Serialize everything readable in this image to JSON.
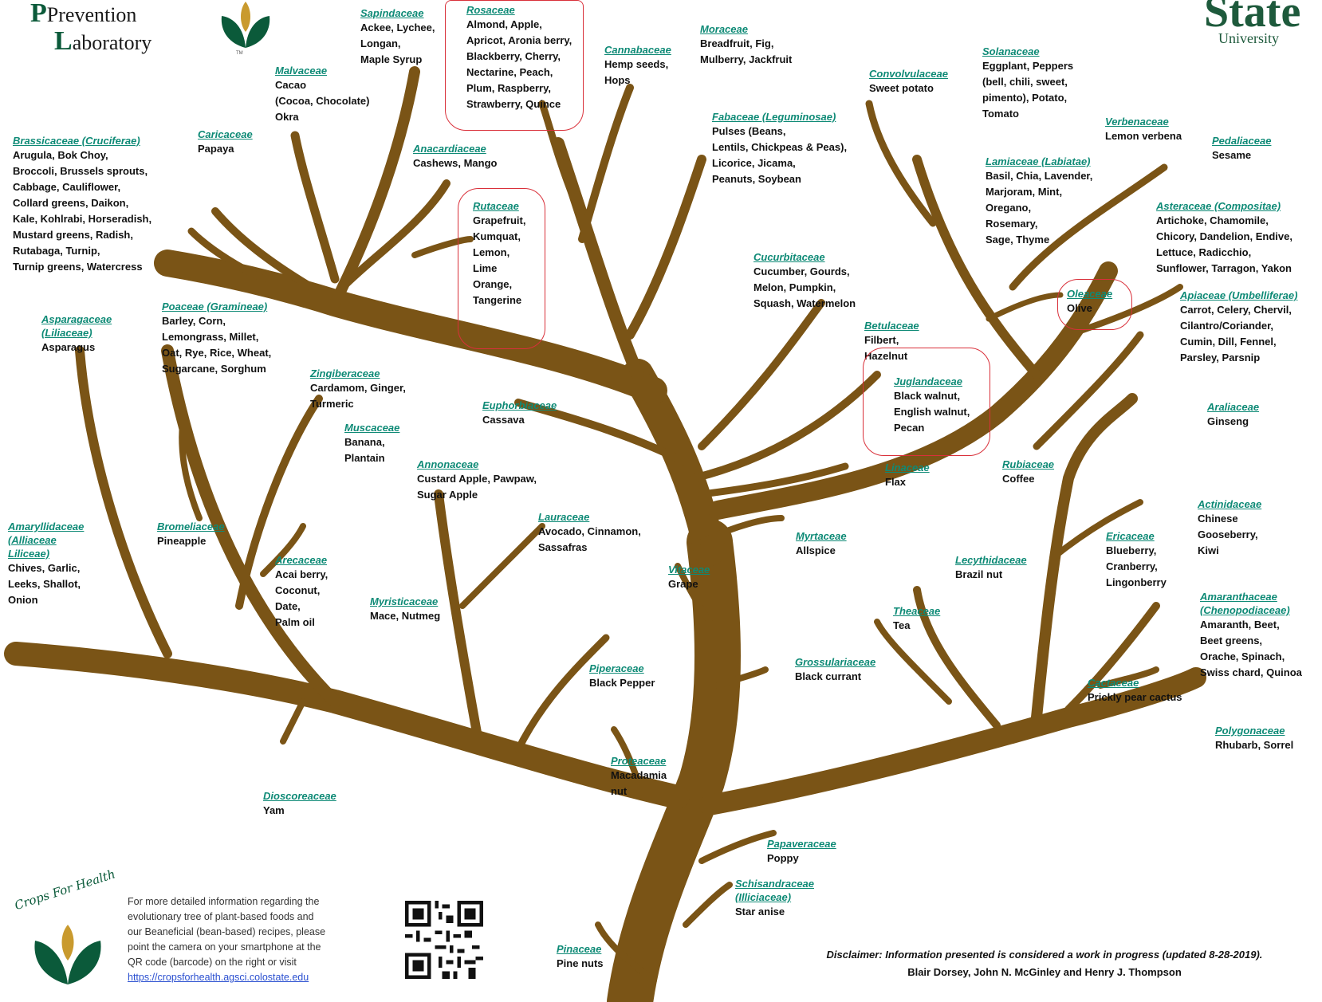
{
  "header": {
    "lab_line1": "Prevention",
    "lab_line2": "aboratory",
    "lab_initial1": "P",
    "lab_initial2": "L",
    "state_word": "State",
    "university_word": "University",
    "logo_tm": "TM"
  },
  "families": [
    {
      "id": "sapindaceae",
      "name": "Sapindaceae",
      "foods": "Ackee, Lychee,\nLongan,\nMaple Syrup"
    },
    {
      "id": "rosaceae",
      "name": "Rosaceae",
      "foods": "Almond, Apple,\nApricot, Aronia berry,\nBlackberry, Cherry,\nNectarine, Peach,\nPlum, Raspberry,\nStrawberry, Quince"
    },
    {
      "id": "cannabaceae",
      "name": "Cannabaceae",
      "foods": "Hemp seeds,\nHops"
    },
    {
      "id": "moraceae",
      "name": "Moraceae",
      "foods": "Breadfruit, Fig,\nMulberry, Jackfruit"
    },
    {
      "id": "malvaceae",
      "name": "Malvaceae",
      "foods": "Cacao\n(Cocoa, Chocolate)\nOkra"
    },
    {
      "id": "caricaceae",
      "name": "Caricaceae",
      "foods": "Papaya"
    },
    {
      "id": "brassicaceae",
      "name": "Brassicaceae (Cruciferae)",
      "foods": "Arugula, Bok Choy,\nBroccoli, Brussels sprouts,\nCabbage, Cauliflower,\nCollard greens, Daikon,\nKale, Kohlrabi, Horseradish,\nMustard greens, Radish,\nRutabaga, Turnip,\nTurnip greens, Watercress"
    },
    {
      "id": "anacardiaceae",
      "name": "Anacardiaceae",
      "foods": "Cashews, Mango"
    },
    {
      "id": "rutaceae",
      "name": "Rutaceae",
      "foods": "Grapefruit,\nKumquat,\nLemon,\nLime\nOrange,\nTangerine"
    },
    {
      "id": "fabaceae",
      "name": "Fabaceae (Leguminosae)",
      "foods": "Pulses (Beans,\nLentils, Chickpeas & Peas),\nLicorice, Jicama,\nPeanuts, Soybean"
    },
    {
      "id": "convolvulaceae",
      "name": "Convolvulaceae",
      "foods": "Sweet potato"
    },
    {
      "id": "solanaceae",
      "name": "Solanaceae",
      "foods": "Eggplant, Peppers\n(bell, chili, sweet,\npimento), Potato,\nTomato"
    },
    {
      "id": "verbenaceae",
      "name": "Verbenaceae",
      "foods": "Lemon verbena"
    },
    {
      "id": "pedaliaceae",
      "name": "Pedaliaceae",
      "foods": "Sesame"
    },
    {
      "id": "lamiaceae",
      "name": "Lamiaceae (Labiatae)",
      "foods": "Basil, Chia, Lavender,\nMarjoram, Mint,\nOregano,\nRosemary,\nSage, Thyme"
    },
    {
      "id": "asteraceae",
      "name": "Asteraceae (Compositae)",
      "foods": "Artichoke, Chamomile,\nChicory, Dandelion, Endive,\nLettuce, Radicchio,\nSunflower, Tarragon, Yakon"
    },
    {
      "id": "cucurbitaceae",
      "name": "Cucurbitaceae",
      "foods": "Cucumber, Gourds,\nMelon, Pumpkin,\nSquash, Watermelon"
    },
    {
      "id": "oleaceae",
      "name": "Oleaceae",
      "foods": "Olive"
    },
    {
      "id": "apiaceae",
      "name": "Apiaceae (Umbelliferae)",
      "foods": "Carrot, Celery, Chervil,\nCilantro/Coriander,\nCumin, Dill, Fennel,\nParsley, Parsnip"
    },
    {
      "id": "asparagaceae",
      "name": "Asparagaceae\n(Liliaceae)",
      "foods": "Asparagus"
    },
    {
      "id": "poaceae",
      "name": "Poaceae (Gramineae)",
      "foods": "Barley, Corn,\nLemongrass, Millet,\nOat, Rye, Rice, Wheat,\nSugarcane, Sorghum"
    },
    {
      "id": "betulaceae",
      "name": "Betulaceae",
      "foods": "Filbert,\nHazelnut"
    },
    {
      "id": "zingiberaceae",
      "name": "Zingiberaceae",
      "foods": "Cardamom, Ginger,\nTurmeric"
    },
    {
      "id": "juglandaceae",
      "name": "Juglandaceae",
      "foods": "Black walnut,\nEnglish walnut,\nPecan"
    },
    {
      "id": "euphorbiaceae",
      "name": "Euphorbiaceae",
      "foods": "Cassava"
    },
    {
      "id": "araliaceae",
      "name": "Araliaceae",
      "foods": "Ginseng"
    },
    {
      "id": "muscaceae",
      "name": "Muscaceae",
      "foods": "Banana,\nPlantain"
    },
    {
      "id": "annonaceae",
      "name": "Annonaceae",
      "foods": "Custard Apple, Pawpaw,\nSugar Apple"
    },
    {
      "id": "linaceae",
      "name": "Linaceae",
      "foods": "Flax"
    },
    {
      "id": "rubiaceae",
      "name": "Rubiaceae",
      "foods": "Coffee"
    },
    {
      "id": "actinidaceae",
      "name": "Actinidaceae",
      "foods": "Chinese\nGooseberry,\nKiwi"
    },
    {
      "id": "amaryllidaceae",
      "name": "Amaryllidaceae\n(Alliaceae\nLiliceae)",
      "foods": "Chives, Garlic,\nLeeks, Shallot,\nOnion"
    },
    {
      "id": "bromeliaceae",
      "name": "Bromeliaceae",
      "foods": "Pineapple"
    },
    {
      "id": "lauraceae",
      "name": "Lauraceae",
      "foods": "Avocado, Cinnamon,\nSassafras"
    },
    {
      "id": "myrtaceae",
      "name": "Myrtaceae",
      "foods": "Allspice"
    },
    {
      "id": "ericaceae",
      "name": "Ericaceae",
      "foods": "Blueberry,\nCranberry,\nLingonberry"
    },
    {
      "id": "arecaceae",
      "name": "Arecaceae",
      "foods": "Acai berry,\nCoconut,\nDate,\nPalm oil"
    },
    {
      "id": "lecythidaceae",
      "name": "Lecythidaceae",
      "foods": "Brazil nut"
    },
    {
      "id": "vitaceae",
      "name": "Vitaceae",
      "foods": "Grape"
    },
    {
      "id": "myristicaceae",
      "name": "Myristicaceae",
      "foods": "Mace, Nutmeg"
    },
    {
      "id": "amaranthaceae",
      "name": "Amaranthaceae\n(Chenopodiaceae)",
      "foods": "Amaranth, Beet,\nBeet greens,\nOrache, Spinach,\nSwiss chard, Quinoa"
    },
    {
      "id": "theaceae",
      "name": "Theaceae",
      "foods": "Tea"
    },
    {
      "id": "grossulariaceae",
      "name": "Grossulariaceae",
      "foods": "Black currant"
    },
    {
      "id": "piperaceae",
      "name": "Piperaceae",
      "foods": "Black Pepper"
    },
    {
      "id": "cactaceae",
      "name": "Cactaceae",
      "foods": "Prickly pear cactus"
    },
    {
      "id": "polygonaceae",
      "name": "Polygonaceae",
      "foods": "Rhubarb, Sorrel"
    },
    {
      "id": "proteaceae",
      "name": "Proteaceae",
      "foods": "Macadamia\nnut"
    },
    {
      "id": "dioscoreaceae",
      "name": "Dioscoreaceae",
      "foods": "Yam"
    },
    {
      "id": "papaveraceae",
      "name": "Papaveraceae",
      "foods": "Poppy"
    },
    {
      "id": "schisandraceae",
      "name": "Schisandraceae\n(Illiciaceae)",
      "foods": "Star anise"
    },
    {
      "id": "pinaceae",
      "name": "Pinaceae",
      "foods": "Pine nuts"
    }
  ],
  "footer": {
    "crops_logo_text": "Crops For Health",
    "info_text": "For more detailed information regarding the\nevolutionary tree of plant-based foods and\nour Beaneficial (bean-based) recipes, please\npoint the camera on your smartphone at the\nQR code (barcode) on the right or visit",
    "info_link": "https://cropsforhealth.agsci.colostate.edu",
    "disclaimer": "Disclaimer: Information presented is considered a work in progress (updated 8-28-2019).",
    "authors": "Blair Dorsey, John N. McGinley and Henry J. Thompson"
  },
  "colors": {
    "trunk": "#7a5416",
    "family_name": "#0e8a76",
    "highlight": "#d9303a",
    "logo_green": "#0b5a3a",
    "logo_gold": "#c99a2e"
  }
}
